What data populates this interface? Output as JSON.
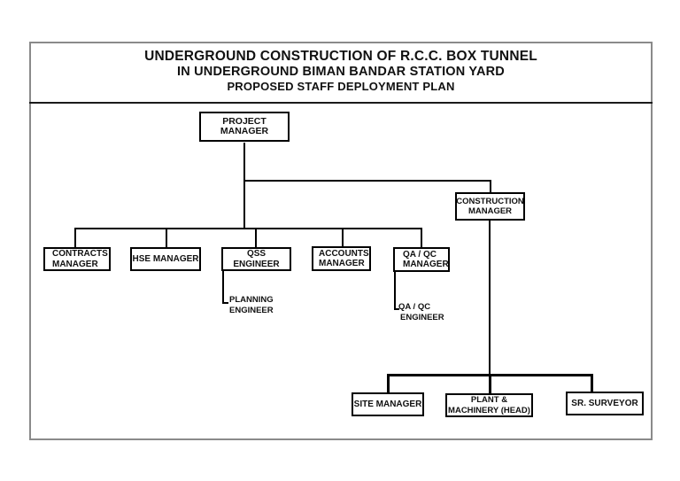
{
  "colors": {
    "background": "#ffffff",
    "line": "#000000",
    "box_border": "#000000",
    "box_fill": "#ffffff",
    "frame_border": "#8a8a8a",
    "text": "#111111"
  },
  "title": {
    "line1": "UNDERGROUND CONSTRUCTION OF R.C.C. BOX TUNNEL",
    "line2": "IN UNDERGROUND BIMAN BANDAR STATION YARD",
    "line3": "PROPOSED STAFF DEPLOYMENT PLAN"
  },
  "nodes": {
    "project_manager": {
      "line1": "PROJECT",
      "line2": "MANAGER"
    },
    "construction_manager": {
      "line1": "CONSTRUCTION",
      "line2": "MANAGER"
    },
    "contracts_manager": {
      "line1": "CONTRACTS",
      "line2": "MANAGER"
    },
    "hse_manager": {
      "label": "HSE MANAGER"
    },
    "qss_engineer": {
      "label": "QSS ENGINEER"
    },
    "accounts_manager": {
      "line1": "ACCOUNTS",
      "line2": "MANAGER"
    },
    "qa_qc_manager": {
      "line1": "QA / QC",
      "line2": "MANAGER"
    },
    "planning_engineer": {
      "line1": "PLANNING",
      "line2": "ENGINEER"
    },
    "qa_qc_engineer": {
      "line1": "QA / QC",
      "line2": "ENGINEER"
    },
    "site_manager": {
      "label": "SITE MANAGER"
    },
    "plant_machinery_head": {
      "line1": "PLANT &",
      "line2": "MACHINERY (HEAD)"
    },
    "sr_surveyor": {
      "label": "SR. SURVEYOR"
    }
  },
  "hierarchy": {
    "root": "PROJECT MANAGER",
    "project_manager_reports": [
      "CONTRACTS MANAGER",
      "HSE MANAGER",
      "QSS ENGINEER",
      "ACCOUNTS MANAGER",
      "QA / QC MANAGER",
      "CONSTRUCTION MANAGER"
    ],
    "qss_engineer_reports": [
      "PLANNING ENGINEER"
    ],
    "qa_qc_manager_reports": [
      "QA / QC ENGINEER"
    ],
    "construction_manager_reports": [
      "SITE MANAGER",
      "PLANT & MACHINERY (HEAD)",
      "SR. SURVEYOR"
    ]
  }
}
